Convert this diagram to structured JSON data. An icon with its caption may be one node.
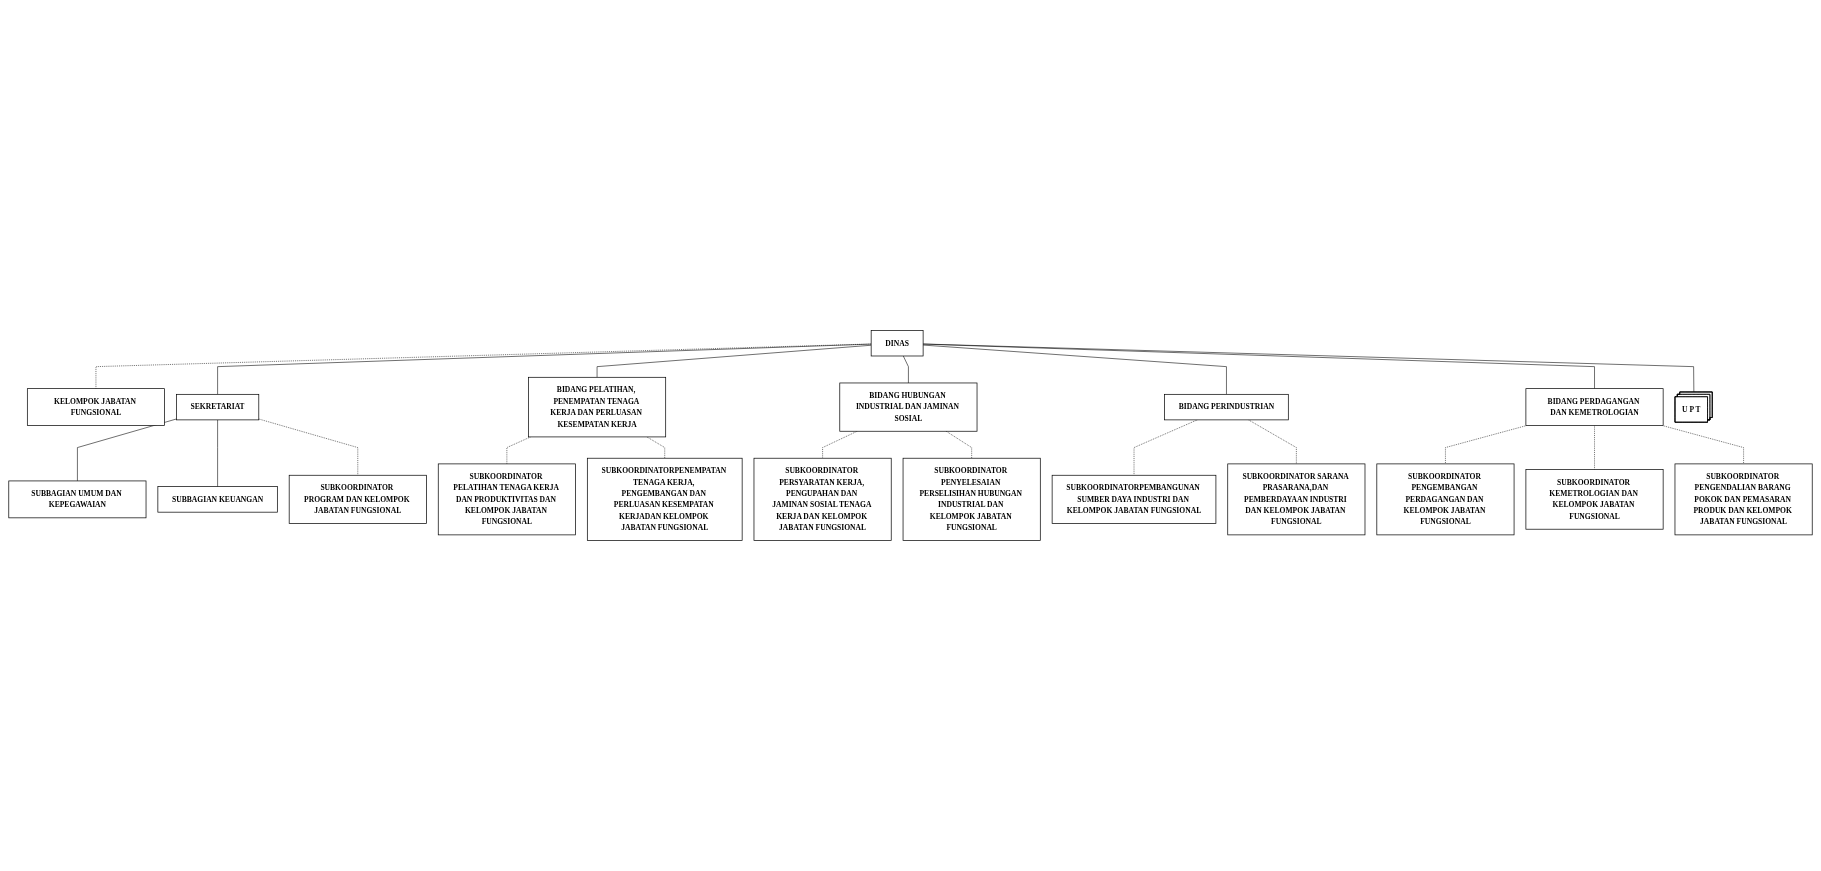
{
  "diagram": {
    "nodes": [
      {
        "text": [
          "DINAS"
        ]
      },
      {
        "text": [
          "KELOMPOK JABATAN FUNGSIONAL"
        ]
      },
      {
        "text": [
          "SEKRETARIAT"
        ]
      },
      {
        "text": [
          "SUBBAGIAN UMUM DAN KEPEGAWAIAN"
        ]
      },
      {
        "text": [
          "SUBBAGIAN KEUANGAN"
        ]
      },
      {
        "text": [
          "SUBKOORDINATOR PROGRAM DAN KELOMPOK JABATAN FUNGSIONAL"
        ]
      },
      {
        "text": [
          "BIDANG PELATIHAN, PENEMPATAN TENAGA KERJA DAN PERLUASAN KESEMPATAN KERJA"
        ]
      },
      {
        "text": [
          "BIDANG HUBUNGAN INDUSTRIAL DAN JAMINAN SOSIAL"
        ]
      },
      {
        "text": [
          "BIDANG PERINDUSTRIAN"
        ]
      },
      {
        "text": [
          "BIDANG PERDAGANGAN DAN KEMETROLOGIAN"
        ]
      },
      {
        "text": [
          "SUBKOORDINATOR PELATIHAN TENAGA KERJA DAN PRODUKTIVITAS DAN KELOMPOK JABATAN FUNGSIONAL"
        ]
      },
      {
        "text": [
          "SUBKOORDINATORPENEMPATAN TENAGA KERJA, PENGEMBANGAN DAN PERLUASAN KESEMPATAN KERJADAN KELOMPOK JABATAN FUNGSIONAL"
        ]
      },
      {
        "text": [
          "SUBKOORDINATOR PERSYARATAN KERJA, PENGUPAHAN DAN JAMINAN SOSIAL TENAGA KERJA DAN KELOMPOK JABATAN FUNGSIONAL"
        ]
      },
      {
        "text": [
          "SUBKOORDINATOR PENYELESAIAN PERSELISIHAN HUBUNGAN INDUSTRIAL DAN KELOMPOK JABATAN FUNGSIONAL"
        ]
      },
      {
        "text": [
          "SUBKOORDINATORPEMBANGUNAN SUMBER DAYA INDUSTRI DAN KELOMPOK JABATAN FUNGSIONAL"
        ]
      },
      {
        "text": [
          "SUBKOORDINATOR SARANA PRASARANA,DAN PEMBERDAYAAN INDUSTRI DAN KELOMPOK JABATAN FUNGSIONAL"
        ]
      },
      {
        "text": [
          "SUBKOORDINATOR PENGEMBANGAN PERDAGANGAN DAN KELOMPOK JABATAN FUNGSIONAL"
        ]
      },
      {
        "text": [
          "SUBKOORDINATOR KEMETROLOGIAN DAN KELOMPOK JABATAN FUNGSIONAL"
        ]
      },
      {
        "text": [
          "SUBKOORDINATOR PENGENDALIAN BARANG POKOK DAN PEMASARAN PRODUK DAN KELOMPOK JABATAN FUNGSIONAL"
        ]
      },
      {
        "text": [
          "U P T"
        ]
      }
    ],
    "edges": [
      {
        "from": 0,
        "to": 1,
        "arrow": "none",
        "style": "dashed"
      },
      {
        "from": 0,
        "to": 2,
        "arrow": "none"
      },
      {
        "from": 2,
        "to": 3,
        "arrow": "none"
      },
      {
        "from": 2,
        "to": 4,
        "arrow": "none"
      },
      {
        "from": 2,
        "to": 5,
        "arrow": "none",
        "style": "dashed"
      },
      {
        "from": 0,
        "to": 6,
        "arrow": "none"
      },
      {
        "from": 0,
        "to": 7,
        "arrow": "none"
      },
      {
        "from": 0,
        "to": 8,
        "arrow": "none"
      },
      {
        "from": 0,
        "to": 9,
        "arrow": "none"
      },
      {
        "from": 6,
        "to": 10,
        "arrow": "none",
        "style": "dashed"
      },
      {
        "from": 6,
        "to": 11,
        "arrow": "none",
        "style": "dashed"
      },
      {
        "from": 7,
        "to": 12,
        "arrow": "none",
        "style": "dashed"
      },
      {
        "from": 7,
        "to": 13,
        "arrow": "none",
        "style": "dashed"
      },
      {
        "from": 8,
        "to": 14,
        "arrow": "none",
        "style": "dashed"
      },
      {
        "from": 8,
        "to": 15,
        "arrow": "none",
        "style": "dashed"
      },
      {
        "from": 9,
        "to": 16,
        "arrow": "none",
        "style": "dashed"
      },
      {
        "from": 9,
        "to": 17,
        "arrow": "none",
        "style": "dashed"
      },
      {
        "from": 9,
        "to": 18,
        "arrow": "none",
        "style": "dashed"
      },
      {
        "from": 0,
        "to": 19,
        "arrow": "none"
      }
    ]
  }
}
